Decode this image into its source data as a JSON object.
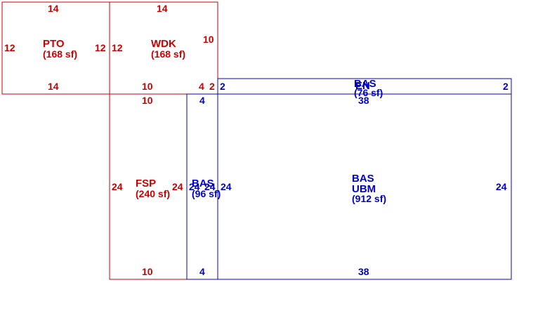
{
  "colors": {
    "red": "#cc0000",
    "blue": "#0000cc"
  },
  "areas": {
    "pto": {
      "code": "PTO",
      "area": "(168 sf)",
      "top": "14",
      "bottom": "14",
      "left": "12",
      "right": "12"
    },
    "wdk": {
      "code": "WDK",
      "area": "(168 sf)",
      "top": "14",
      "left": "12",
      "right": "10",
      "bottom_a": "10",
      "bottom_b": "4",
      "bottom_c": "2"
    },
    "fsp": {
      "code": "FSP",
      "area": "(240 sf)",
      "top": "10",
      "bottom": "10",
      "left": "24",
      "right": "24"
    },
    "bas_small": {
      "code": "BAS",
      "area": "(96 sf)",
      "top": "4",
      "bottom": "4",
      "left": "24",
      "right": "24"
    },
    "bas_strip": {
      "code1": "BAS",
      "code2": "EN",
      "area": "(76 sf)",
      "left": "2",
      "right": "2",
      "bottom": "38"
    },
    "bas_main": {
      "code1": "BAS",
      "code2": "UBM",
      "area": "(912 sf)",
      "bottom": "38",
      "left": "24",
      "right": "24"
    }
  }
}
